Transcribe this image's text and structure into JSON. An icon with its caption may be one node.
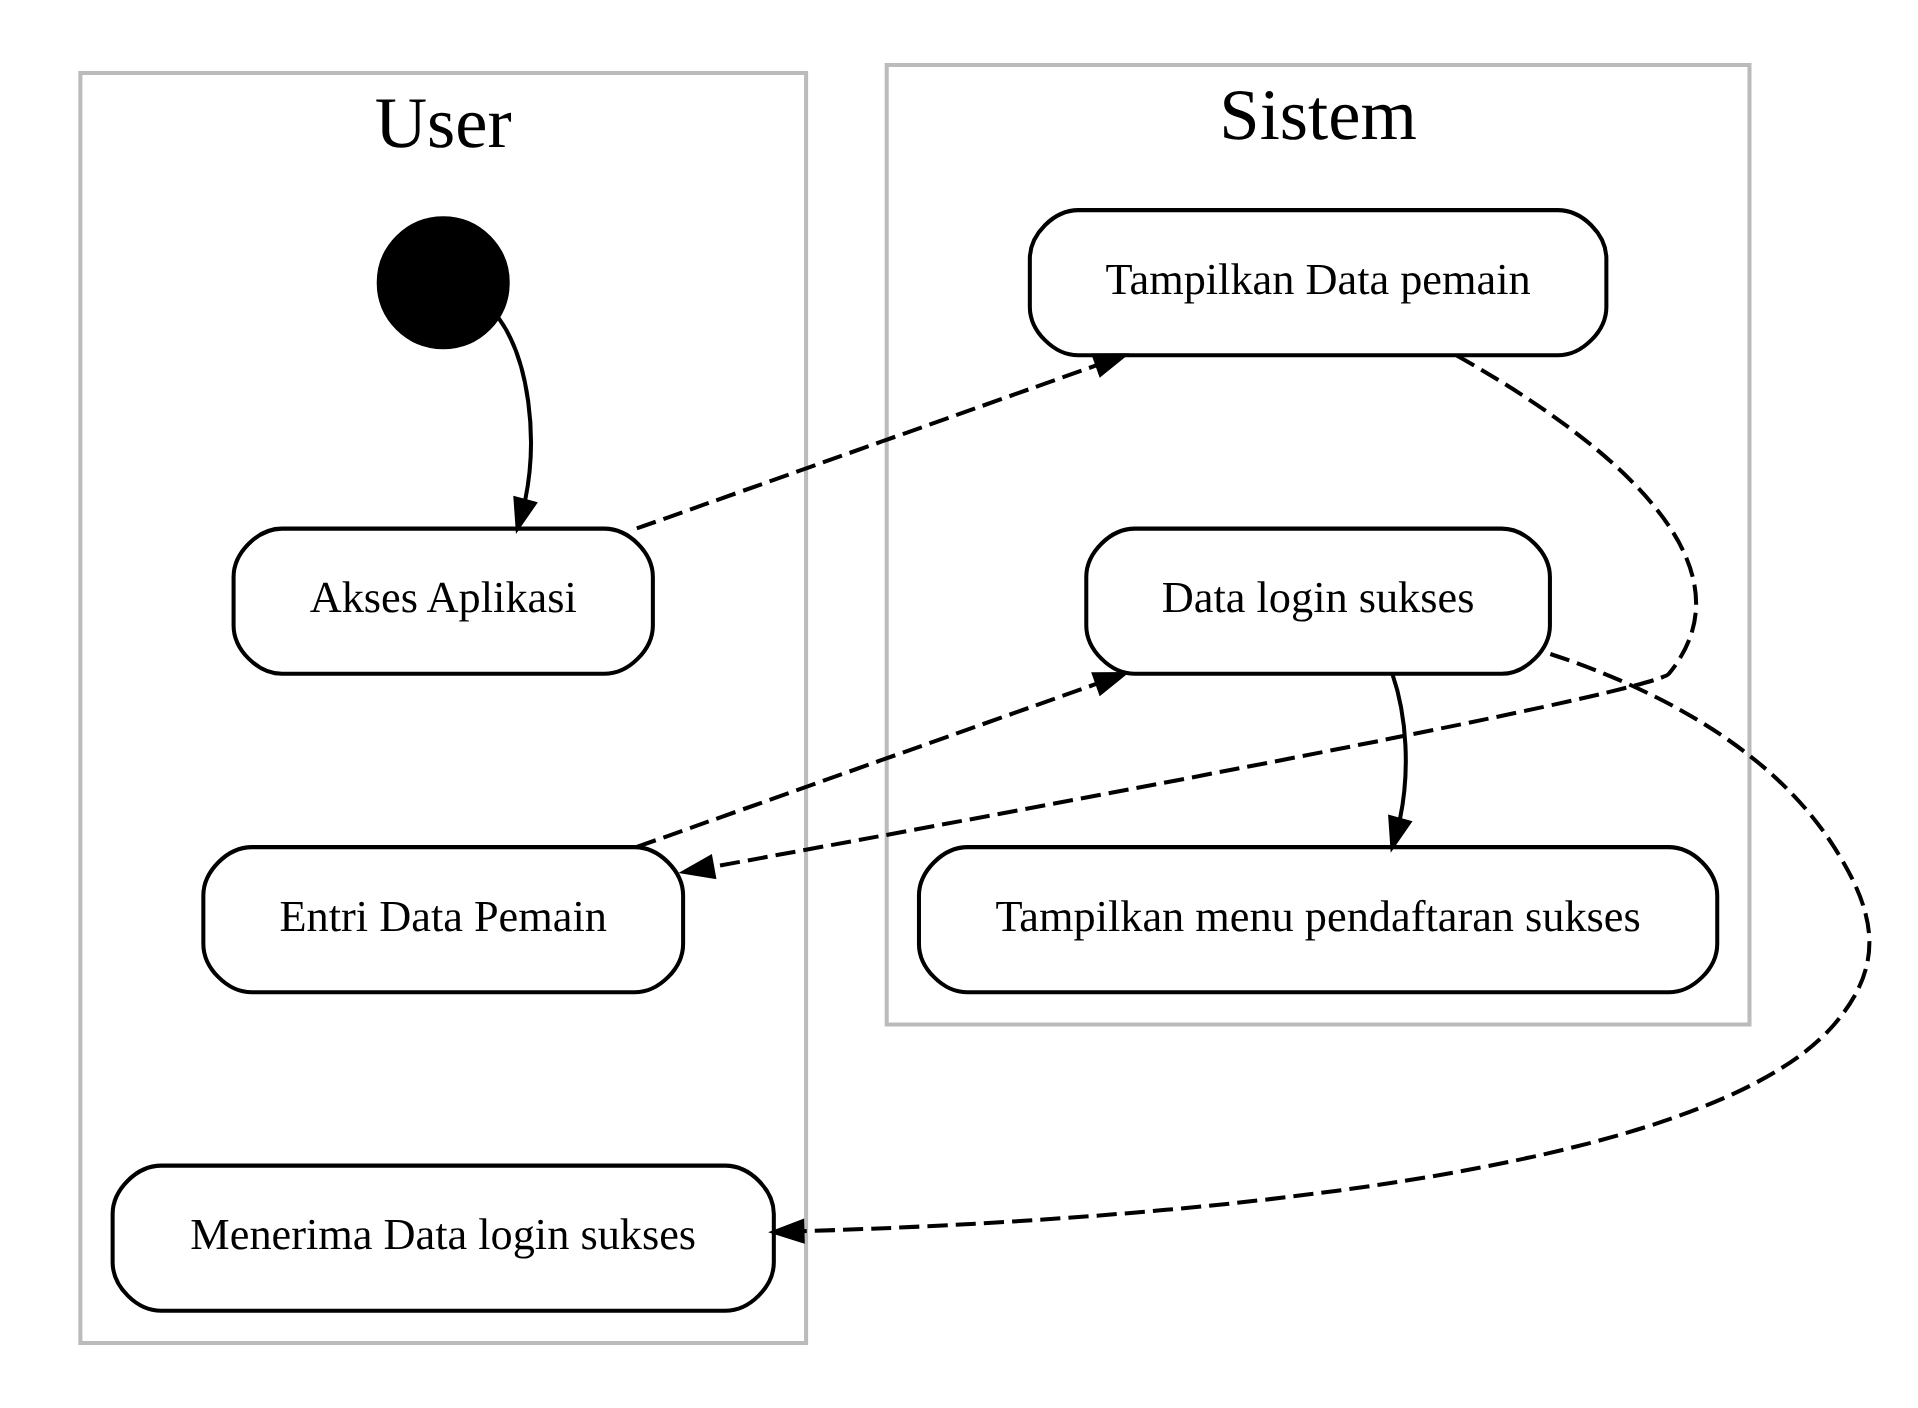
{
  "diagram": {
    "nodes": [
      {
        "text": [
          "User"
        ]
      },
      {
        "text": [],
        "shape": "circle",
        "in": 0
      },
      {
        "text": [
          "Akses Aplikasi"
        ],
        "in": 0
      },
      {
        "text": [
          "Entri Data Pemain"
        ],
        "in": 0
      },
      {
        "text": [
          "Menerima Data login sukses"
        ],
        "in": 0
      },
      {
        "text": [
          "Sistem"
        ]
      },
      {
        "text": [
          "Tampilkan Data pemain"
        ],
        "in": 5
      },
      {
        "text": [
          "Data login sukses"
        ],
        "in": 5
      },
      {
        "text": [
          "Tampilkan menu pendaftaran sukses"
        ],
        "in": 5
      }
    ],
    "edges": [
      {
        "from": 1,
        "to": 2,
        "arrow": "to"
      },
      {
        "from": 2,
        "to": 6,
        "arrow": "to",
        "style": "dashed"
      },
      {
        "from": 6,
        "to": 3,
        "arrow": "to",
        "style": "dashed"
      },
      {
        "from": 3,
        "to": 7,
        "arrow": "to",
        "style": "dashed"
      },
      {
        "from": 7,
        "to": 4,
        "arrow": "to",
        "style": "dashed"
      },
      {
        "from": 7,
        "to": 8,
        "arrow": "to"
      }
    ]
  }
}
